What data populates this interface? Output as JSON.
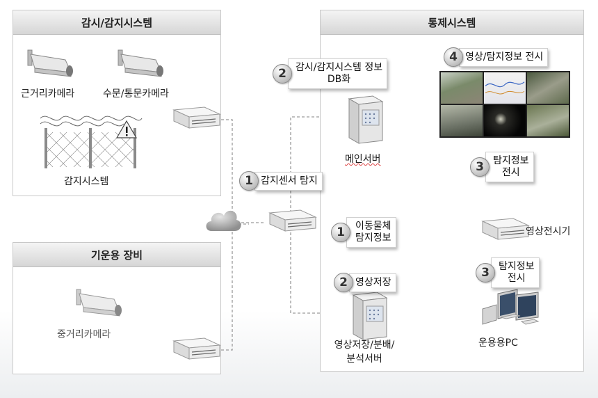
{
  "panels": {
    "monitoring": "감시/감지시스템",
    "weather": "기운용 장비",
    "control": "통제시스템"
  },
  "devices": {
    "cam_near": "근거리카메라",
    "cam_water": "수문/통문카메라",
    "fence_system": "감지시스템",
    "cam_mid": "중거리카메라",
    "main_server": "메인서버",
    "storage_server_line1": "영상저장/분배/",
    "storage_server_line2": "분석서버",
    "operation_pc": "운용용PC",
    "video_display": "영상전시기"
  },
  "steps": {
    "db_num": "2",
    "db_line1": "감시/감지시스템 정보",
    "db_line2": "DB화",
    "display_num": "4",
    "display_label": "영상/탐지정보 전시",
    "sensor_num": "1",
    "sensor_label": "감지센서 탐지",
    "moving_num": "1",
    "moving_line1": "이동물체",
    "moving_line2": "탐지정보",
    "storage_num": "2",
    "storage_label": "영상저장",
    "show_upper_num": "3",
    "show_upper_line1": "탐지정보",
    "show_upper_line2": "전시",
    "show_lower_num": "3",
    "show_lower_line1": "탐지정보",
    "show_lower_line2": "전시"
  },
  "colors": {
    "line": "#9a9a9a",
    "panel_border": "#c8c8c8",
    "header": "#d6d6d6"
  }
}
